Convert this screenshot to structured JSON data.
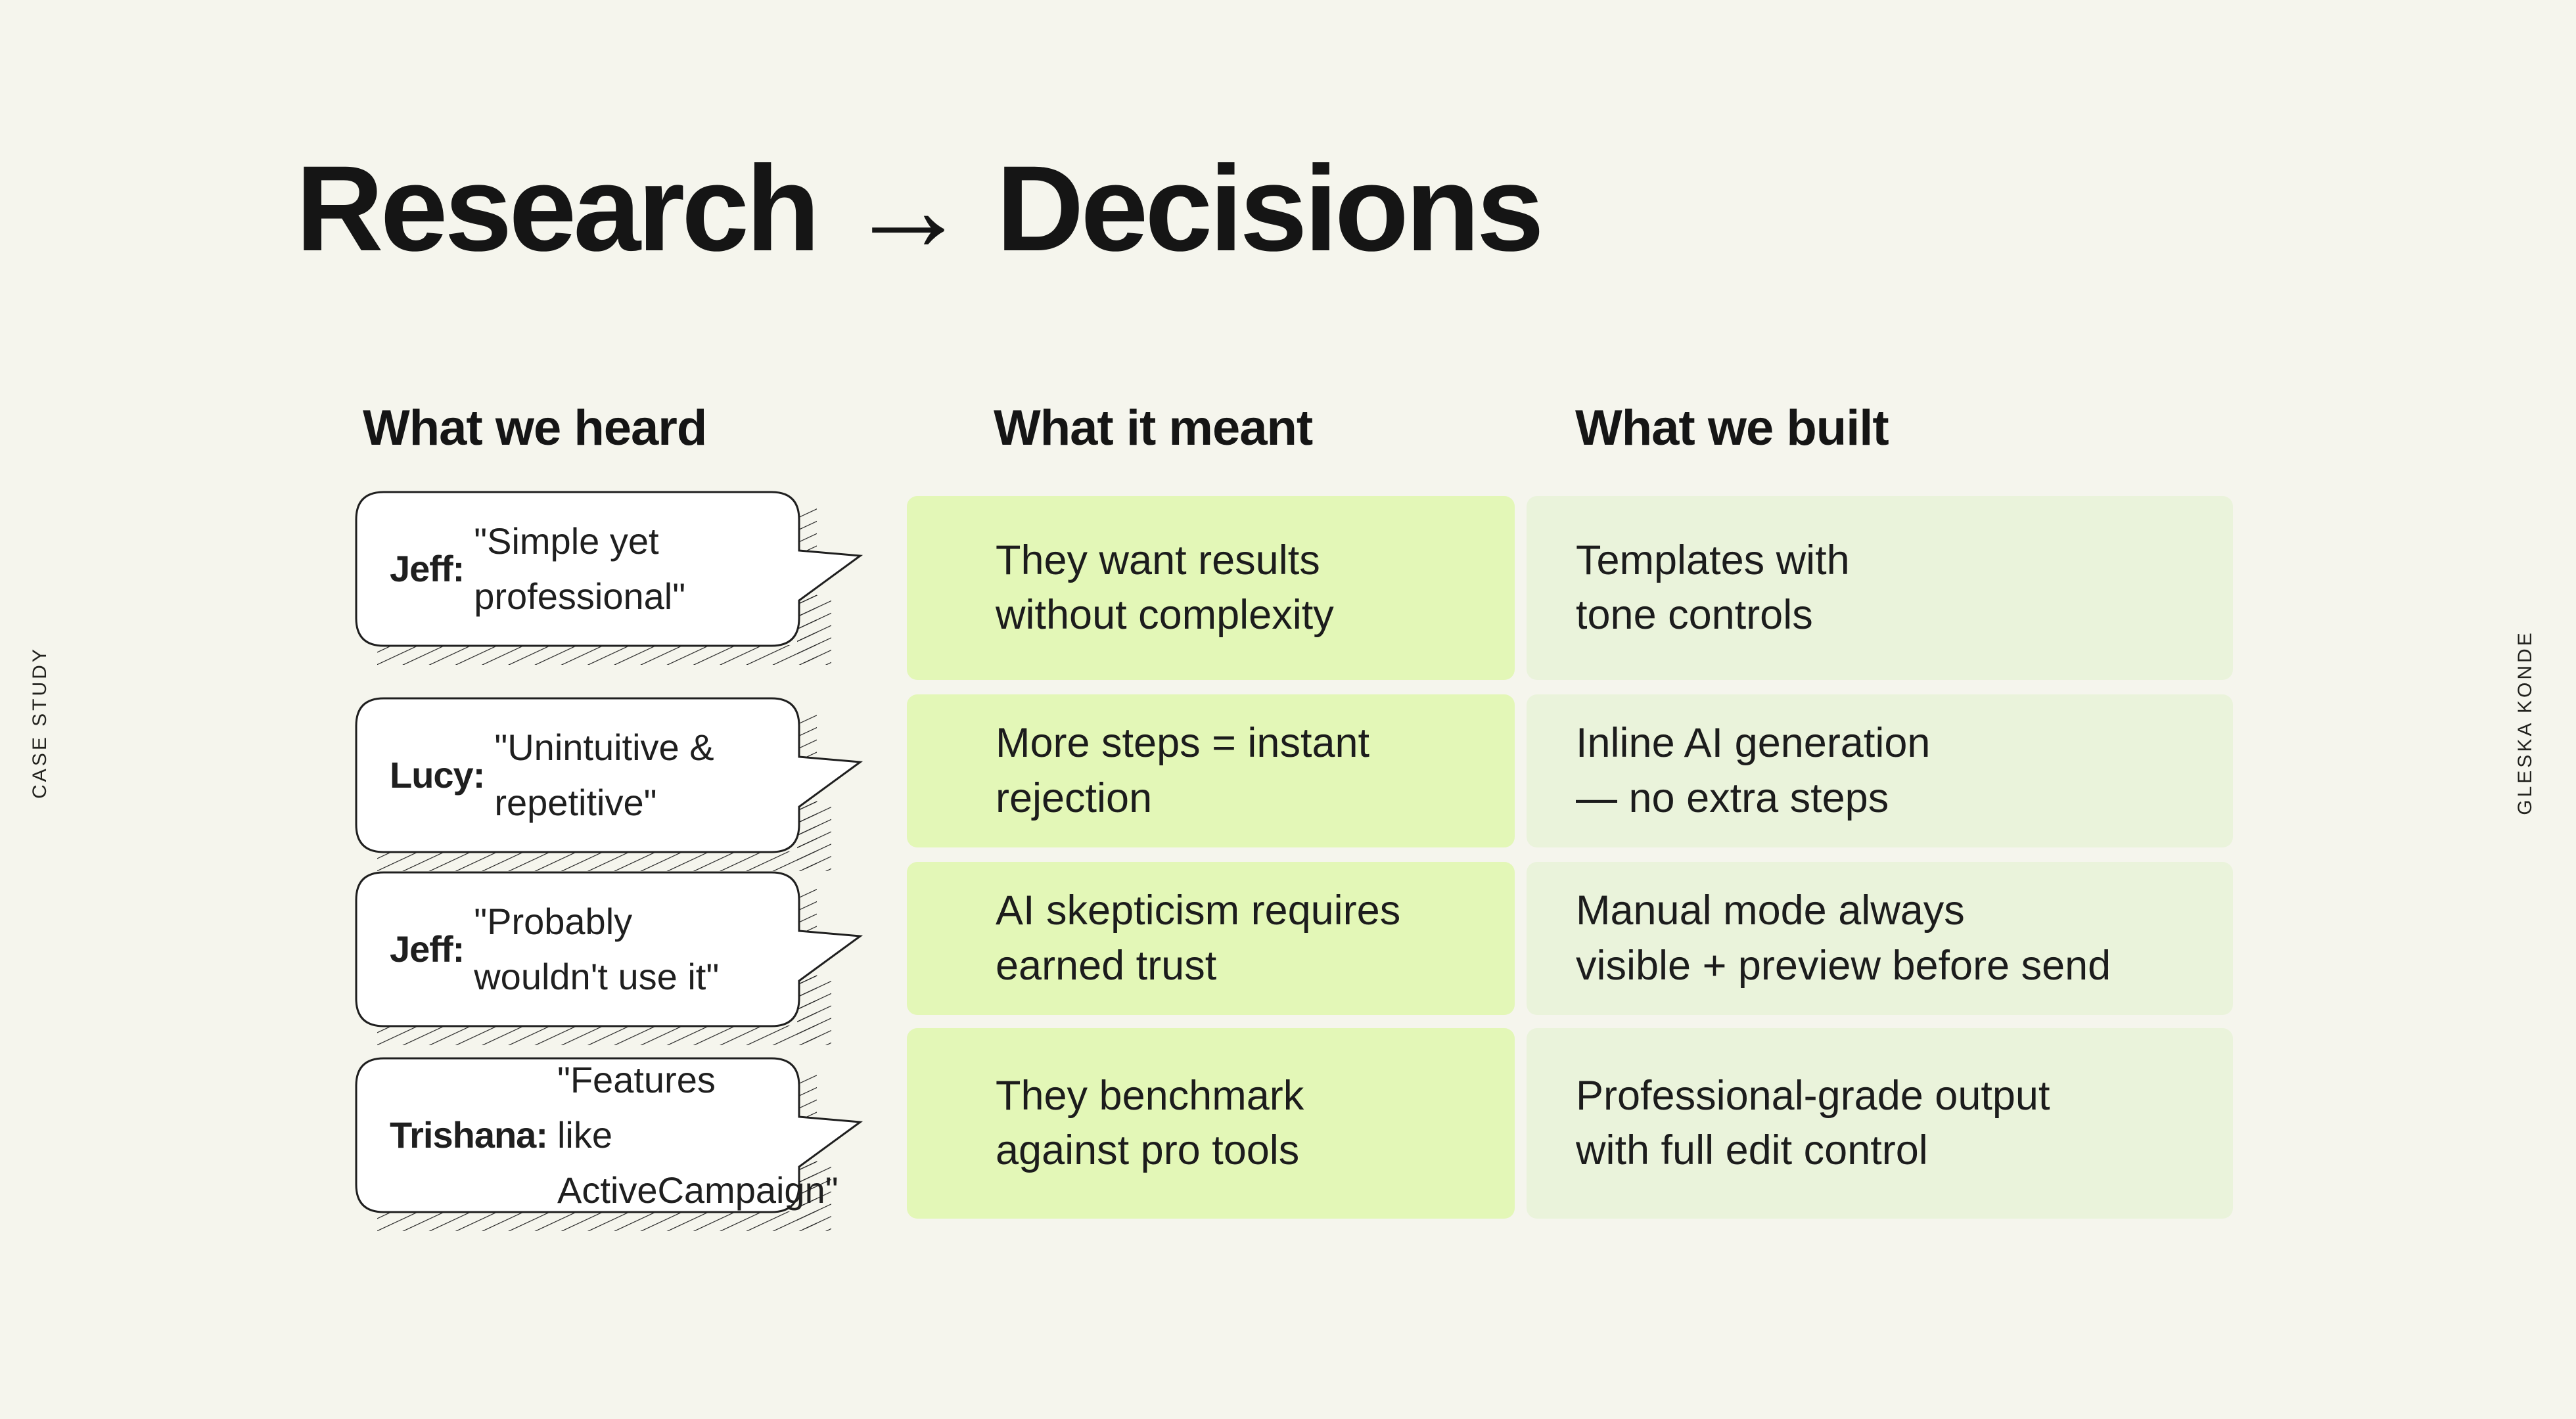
{
  "page": {
    "background": "#F5F5ED",
    "ink": "#1E1E1E"
  },
  "title": "Research → Decisions",
  "side_labels": {
    "left": "CASE STUDY",
    "right": "GLESKA KONDE"
  },
  "column_headers": {
    "heard": "What we heard",
    "meant": "What it meant",
    "built": "What we built"
  },
  "colors": {
    "meant_cell": "#E3F7B7",
    "built_cell": "#EAF3DB",
    "bubble_fill": "#FFFFFF",
    "bubble_stroke": "#1F1F1F"
  },
  "rows": [
    {
      "speaker": "Jeff:",
      "quote": "\"Simple yet\nprofessional\"",
      "meant": "They want results\nwithout complexity",
      "built": "Templates with\ntone controls"
    },
    {
      "speaker": "Lucy:",
      "quote": "\"Unintuitive &\nrepetitive\"",
      "meant": "More steps = instant\nrejection",
      "built": "Inline AI generation\n— no extra steps"
    },
    {
      "speaker": "Jeff:",
      "quote": "\"Probably\nwouldn't use it\"",
      "meant": "AI skepticism requires\nearned trust",
      "built": "Manual mode always\nvisible + preview before send"
    },
    {
      "speaker": "Trishana:",
      "quote": "\"Features\nlike ActiveCampaign\"",
      "meant": "They benchmark\nagainst pro tools",
      "built": "Professional-grade output\nwith full edit control"
    }
  ]
}
